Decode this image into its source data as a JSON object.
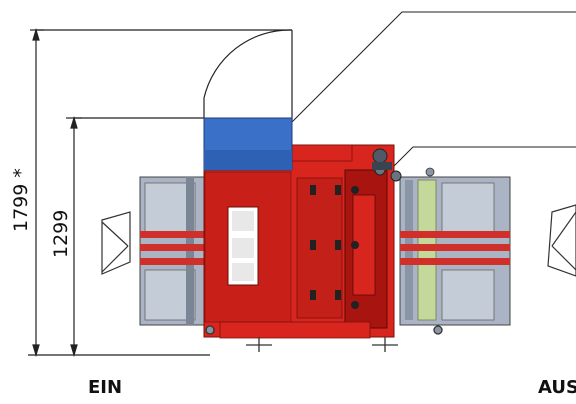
{
  "dimensions": {
    "outer_height_label": "1799 *",
    "inner_height_label": "1299"
  },
  "labels": {
    "entry": "EIN",
    "exit": "AUS"
  },
  "colors": {
    "frame_red": "#d8261f",
    "dark_red": "#a8140f",
    "hood_blue": "#3a70c8",
    "conveyor_gray": "#aab4c4",
    "roller_red": "#d0302a",
    "green_section": "#c3d89a",
    "outline": "#333333"
  }
}
